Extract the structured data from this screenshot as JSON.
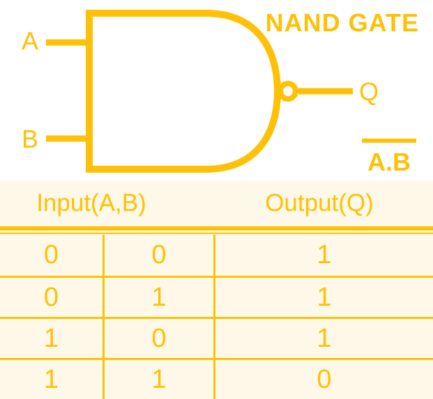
{
  "colors": {
    "accent": "#FFC107",
    "table_bg": "#FDF8E7",
    "canvas_bg": "#FFFFFF"
  },
  "diagram": {
    "title": "NAND GATE",
    "input_a_label": "A",
    "input_b_label": "B",
    "output_label": "Q",
    "expression": "A.B",
    "expression_has_overline": "true"
  },
  "truth_table": {
    "headers": [
      "Input(A,B)",
      "Output(Q)"
    ],
    "rows": [
      [
        "0",
        "0",
        "1"
      ],
      [
        "0",
        "1",
        "1"
      ],
      [
        "1",
        "0",
        "1"
      ],
      [
        "1",
        "1",
        "0"
      ]
    ]
  }
}
